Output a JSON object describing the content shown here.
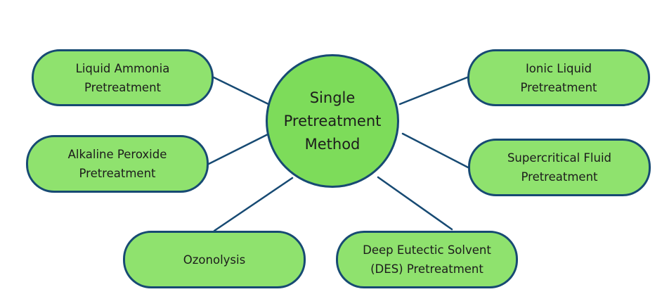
{
  "colors": {
    "hub_fill": "#7ddc5a",
    "node_fill": "#8fe26e",
    "outline": "#174a73",
    "text": "#1c1c1c"
  },
  "hub": {
    "label": "Single\nPretreatment\nMethod"
  },
  "nodes": {
    "liquid_ammonia": "Liquid Ammonia\nPretreatment",
    "alkaline_peroxide": "Alkaline Peroxide\nPretreatment",
    "ozonolysis": "Ozonolysis",
    "ionic_liquid": "Ionic Liquid\nPretreatment",
    "supercritical_fluid": "Supercritical Fluid\nPretreatment",
    "deep_eutectic": "Deep Eutectic Solvent\n(DES) Pretreatment"
  }
}
